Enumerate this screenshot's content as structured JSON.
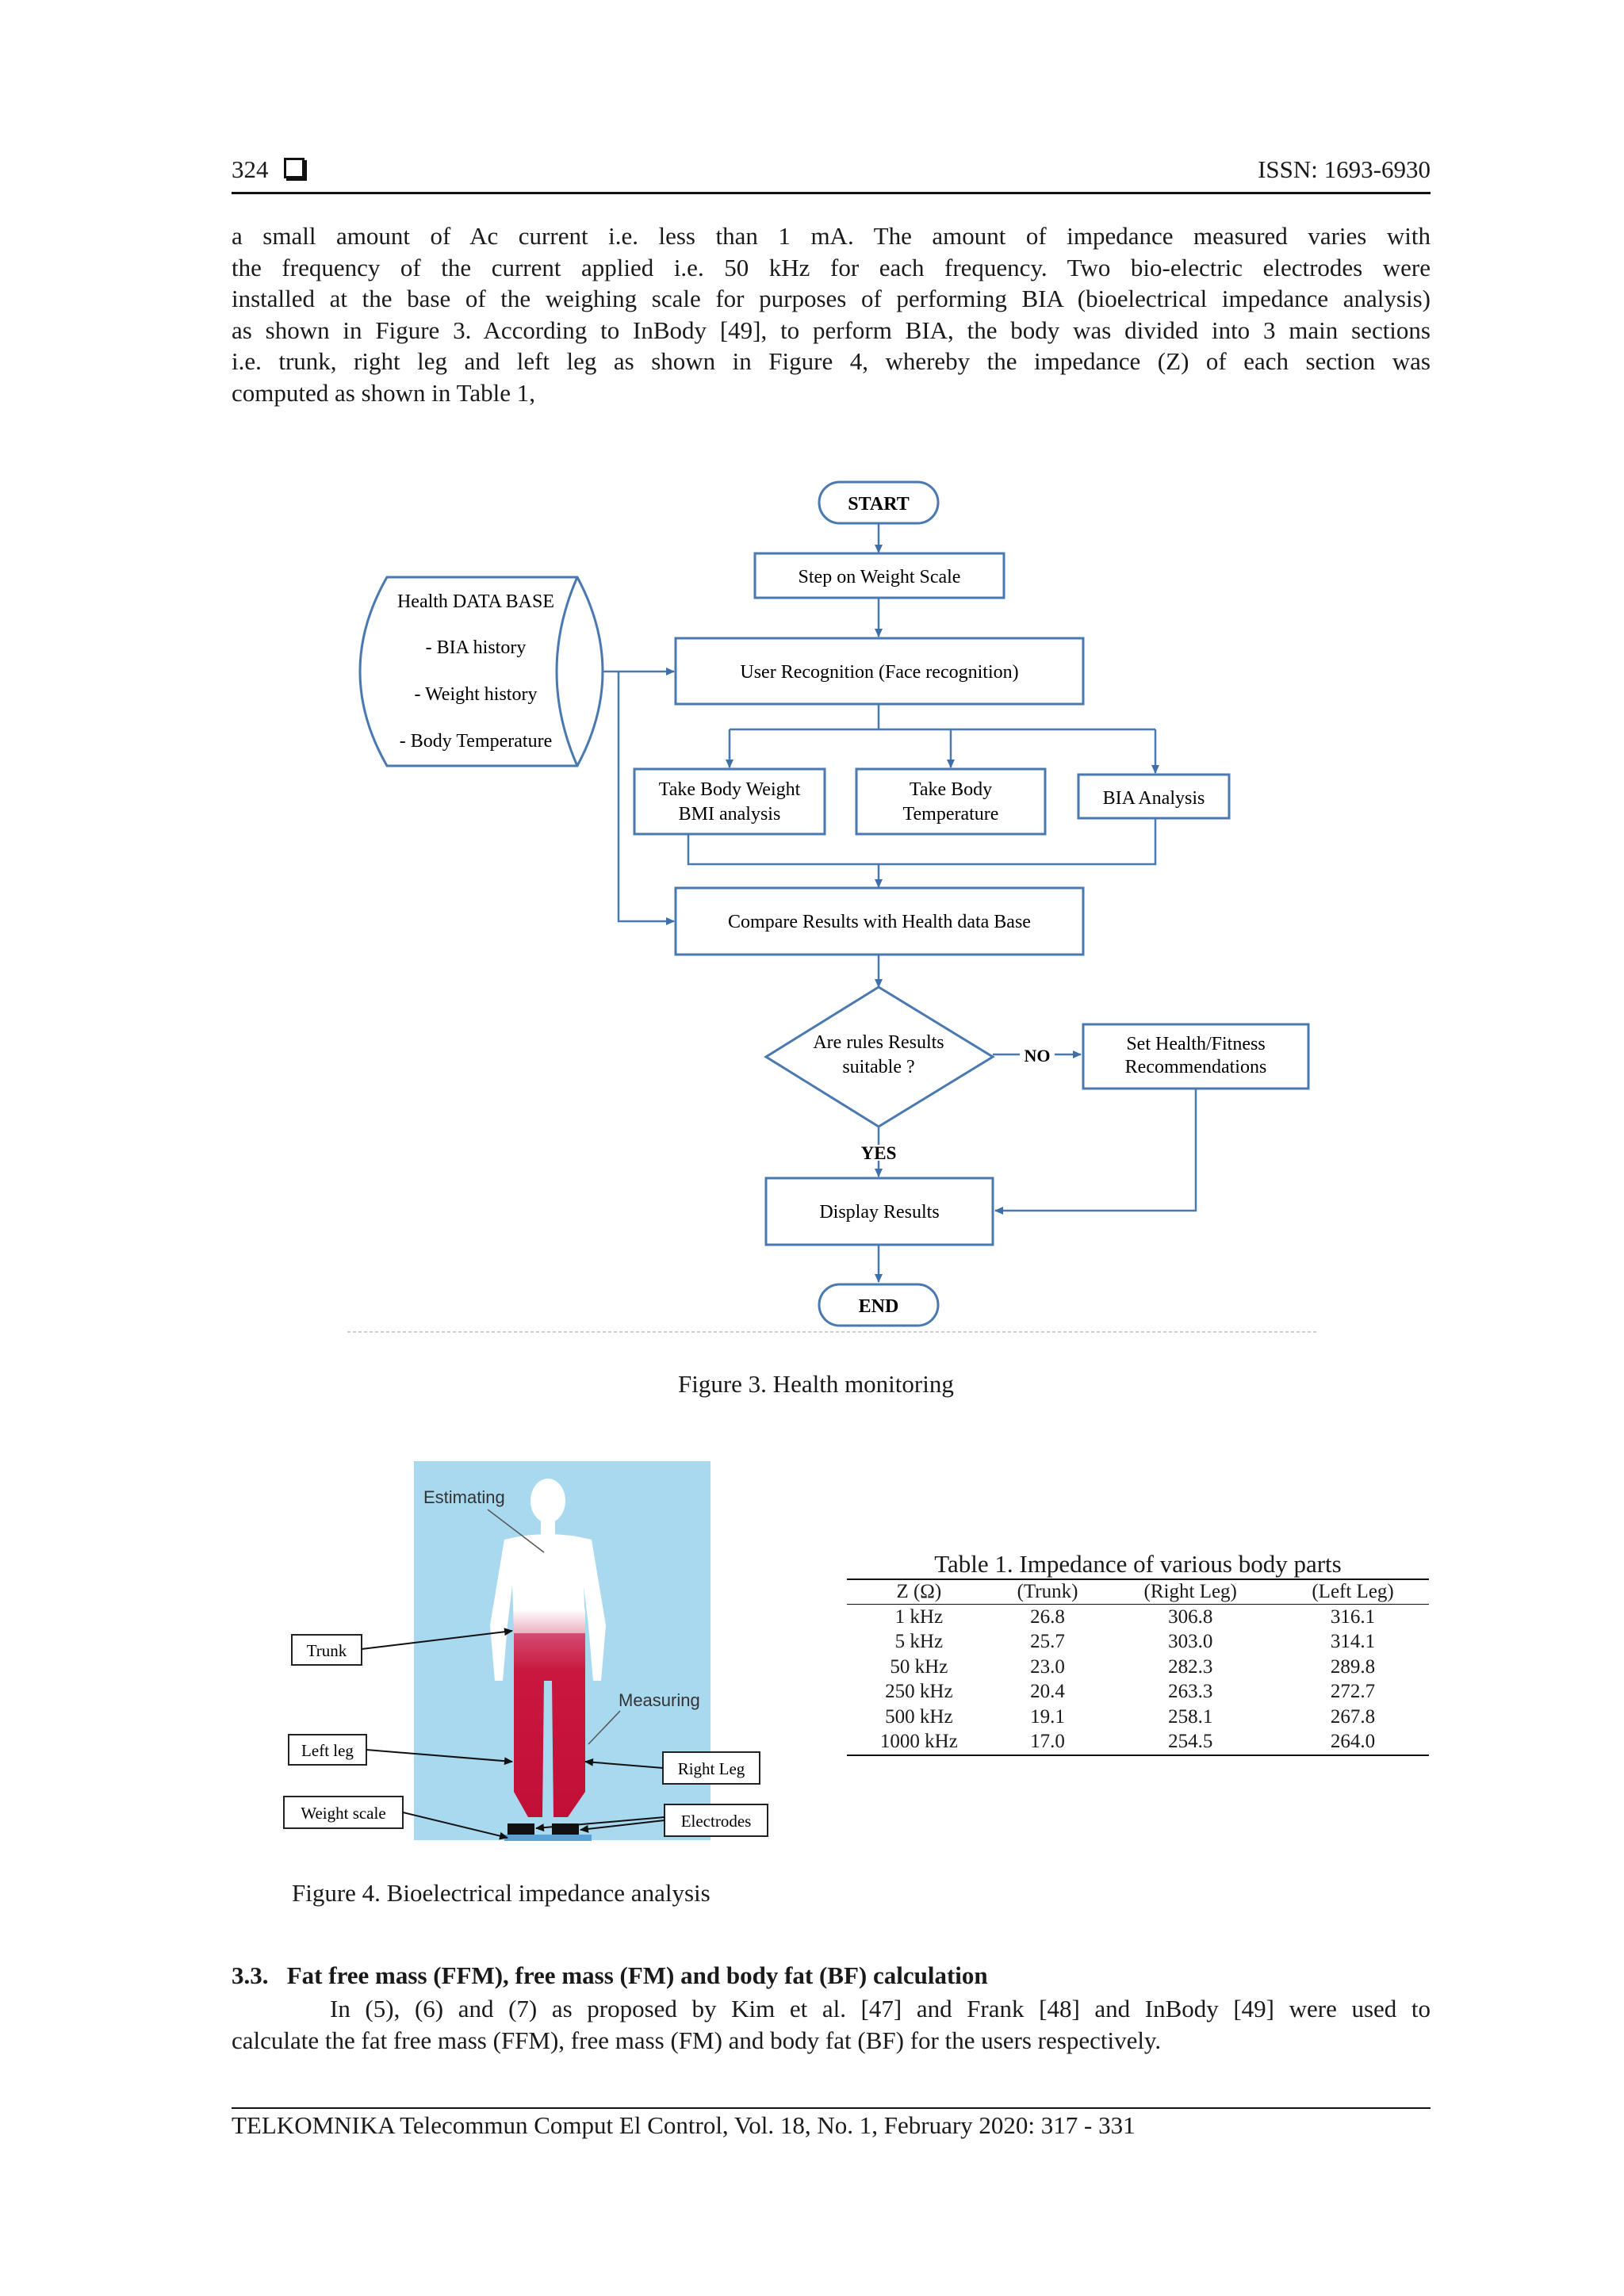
{
  "header": {
    "page_number": "324",
    "issn": "ISSN: 1693-6930"
  },
  "intro_lines": [
    "a small amount of Ac current i.e. less than 1 mA. The amount of impedance measured varies with",
    "the frequency of the current applied i.e. 50 kHz for each frequency. Two bio-electric electrodes were",
    "installed at the base of the weighing scale for purposes of performing BIA (bioelectrical impedance analysis)",
    "as shown in Figure 3.  According to InBody [49], to perform BIA, the body was divided into 3 main sections",
    "i.e. trunk, right leg and left leg as shown in Figure 4, whereby the impedance (Z) of each section was",
    "computed as shown in Table 1,"
  ],
  "flowchart": {
    "start": "START",
    "step_scale": "Step on Weight Scale",
    "user_recognition": "User Recognition (Face recognition)",
    "database": {
      "title": "Health DATA BASE",
      "items": [
        "- BIA history",
        "- Weight history",
        "- Body Temperature"
      ]
    },
    "take_weight_line1": "Take Body Weight",
    "take_weight_line2": "BMI analysis",
    "take_temp_line1": "Take Body",
    "take_temp_line2": "Temperature",
    "bia_analysis": "BIA Analysis",
    "compare": "Compare Results with Health data Base",
    "decision_line1": "Are rules Results",
    "decision_line2": "suitable ?",
    "no_label": "NO",
    "yes_label": "YES",
    "recommend_line1": "Set Health/Fitness",
    "recommend_line2": "Recommendations",
    "display": "Display Results",
    "end": "END"
  },
  "figure3_caption": "Figure 3. Health monitoring",
  "figure4": {
    "estimating": "Estimating",
    "measuring": "Measuring",
    "trunk": "Trunk",
    "left_leg": "Left leg",
    "right_leg": "Right Leg",
    "weight_scale": "Weight scale",
    "electrodes": "Electrodes",
    "caption": "Figure 4. Bioelectrical impedance analysis"
  },
  "table1": {
    "caption": "Table 1. Impedance of various body parts",
    "headers": [
      "Z (Ω)",
      "(Trunk)",
      "(Right Leg)",
      "(Left Leg)"
    ],
    "rows": [
      [
        "1 kHz",
        "26.8",
        "306.8",
        "316.1"
      ],
      [
        "5 kHz",
        "25.7",
        "303.0",
        "314.1"
      ],
      [
        "50 kHz",
        "23.0",
        "282.3",
        "289.8"
      ],
      [
        "250 kHz",
        "20.4",
        "263.3",
        "272.7"
      ],
      [
        "500 kHz",
        "19.1",
        "258.1",
        "267.8"
      ],
      [
        "1000 kHz",
        "17.0",
        "254.5",
        "264.0"
      ]
    ]
  },
  "section": {
    "title": "3.3.  Fat free mass (FFM), free mass (FM) and body fat (BF) calculation",
    "lines": [
      "In (5), (6) and (7) as proposed by Kim et al. [47] and Frank [48] and InBody [49] were used to",
      "calculate the fat free mass (FFM), free mass (FM) and body fat (BF) for the users respectively."
    ]
  },
  "footer": "TELKOMNIKA Telecommun Comput El Control, Vol. 18, No. 1, February 2020:  317 - 331"
}
